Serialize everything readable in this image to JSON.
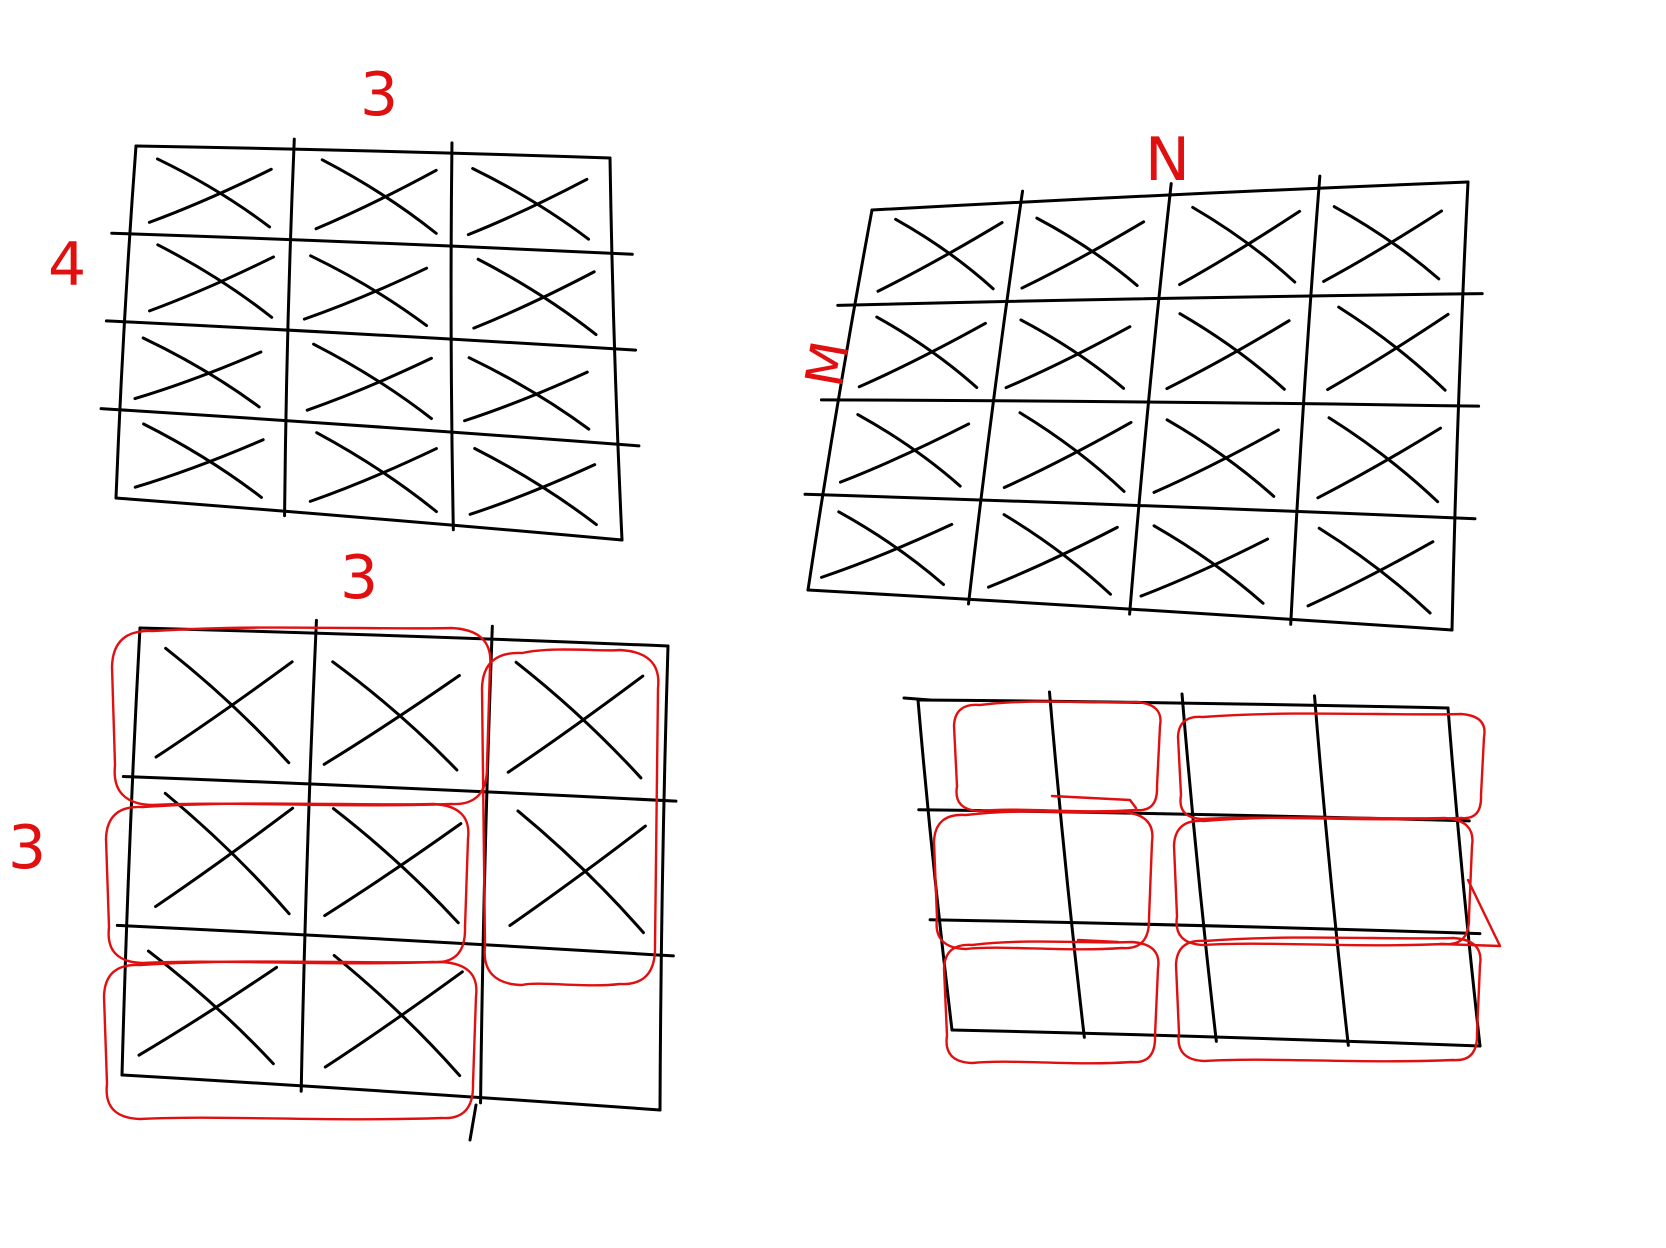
{
  "colors": {
    "ink": "#000000",
    "annotation": "#e01010",
    "background": "#ffffff"
  },
  "sketches": [
    {
      "id": "top-left",
      "cols": 3,
      "rows": 4,
      "all_cells_crossed": true,
      "labels": {
        "top": "3",
        "left": "4",
        "bottom": "3"
      }
    },
    {
      "id": "top-right",
      "cols": 4,
      "rows": 4,
      "all_cells_crossed": true,
      "labels": {
        "top": "N",
        "left": "M"
      }
    },
    {
      "id": "bottom-left",
      "cols": 3,
      "rows": 3,
      "crossed_cells": 8,
      "empty_cells": 1,
      "red_groups": 4,
      "labels": {
        "left": "3"
      }
    },
    {
      "id": "bottom-right",
      "cols": 4,
      "rows": 3,
      "crossed_cells": 0,
      "red_groups": 6
    }
  ]
}
